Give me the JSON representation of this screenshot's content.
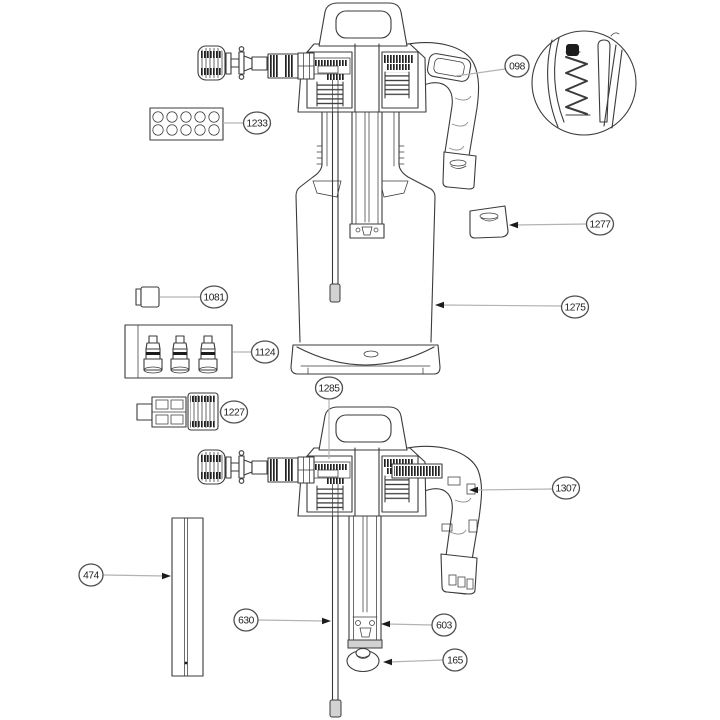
{
  "diagram": {
    "type": "exploded-parts-diagram",
    "colors": {
      "background": "#ffffff",
      "line": "#3b3b3b",
      "line-light": "#8a8a8a",
      "leader": "#b3b3b3",
      "label-stroke": "#4f4f4f",
      "label-text": "#1f1f1f",
      "dark-fill": "#1c1c1c",
      "gray-fill": "#d2d2d2"
    },
    "labels": [
      {
        "text": "098"
      },
      {
        "text": "1233"
      },
      {
        "text": "1277"
      },
      {
        "text": "1275"
      },
      {
        "text": "1081"
      },
      {
        "text": "1124"
      },
      {
        "text": "1227"
      },
      {
        "text": "1285"
      },
      {
        "text": "1307"
      },
      {
        "text": "474"
      },
      {
        "text": "630"
      },
      {
        "text": "603"
      },
      {
        "text": "165"
      }
    ]
  }
}
